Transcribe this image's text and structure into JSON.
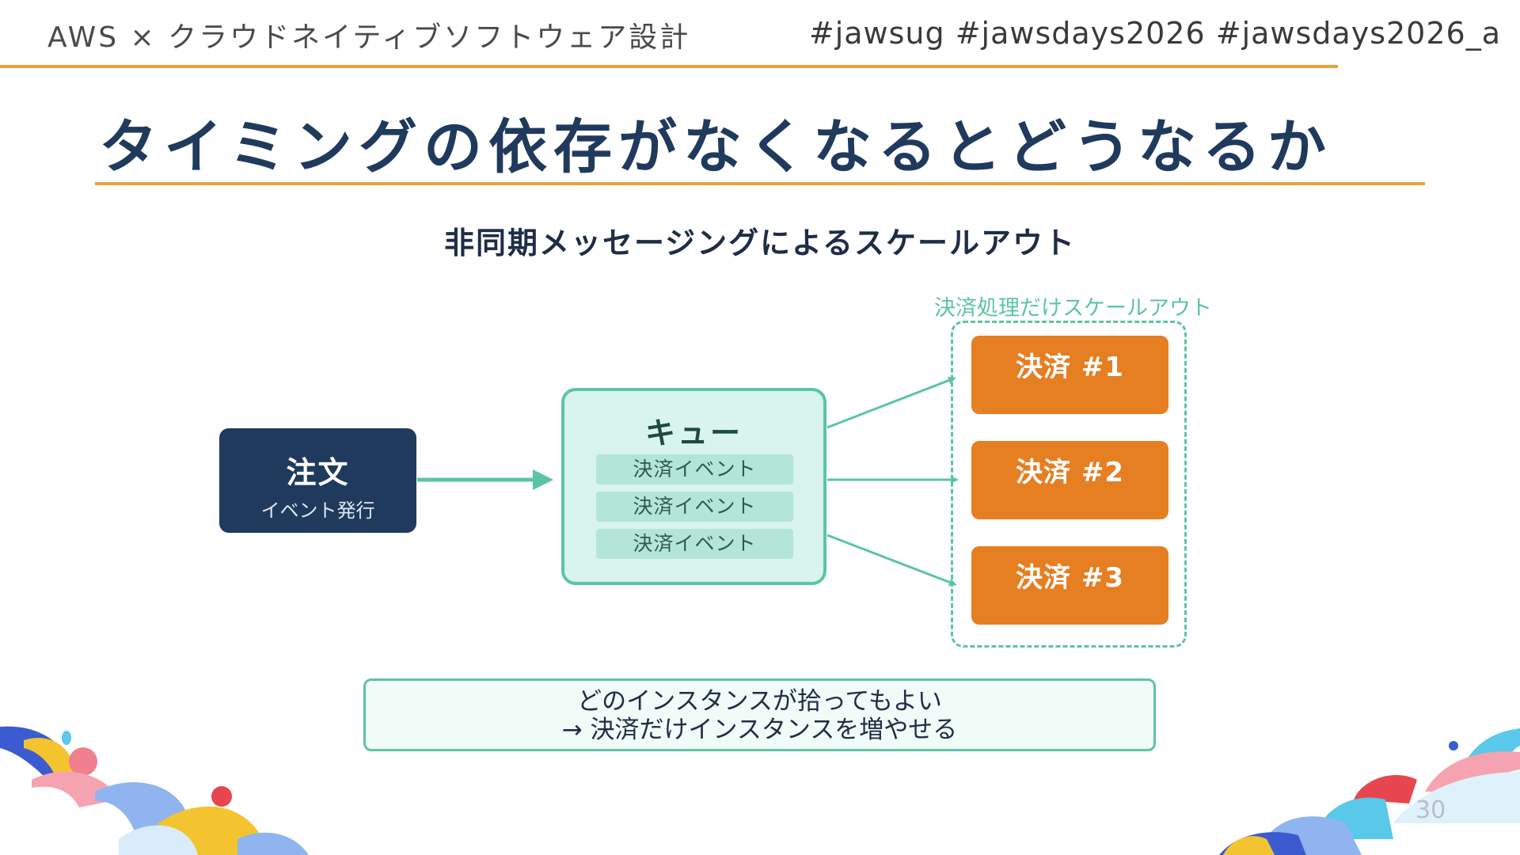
{
  "header": {
    "left_text": "AWS × クラウドネイティブソフトウェア設計",
    "right_text": "#jawsug #jawsdays2026 #jawsdays2026_a"
  },
  "title": "タイミングの依存がなくなるとどうなるか",
  "diagram": {
    "subtitle": "非同期メッセージングによるスケールアウト",
    "producer": {
      "title": "注文",
      "subtitle": "イベント発行"
    },
    "queue": {
      "title": "キュー",
      "events": [
        "決済イベント",
        "決済イベント",
        "決済イベント"
      ]
    },
    "scale_group_label": "決済処理だけスケールアウト",
    "consumers": [
      "決済 #1",
      "決済 #2",
      "決済 #3"
    ],
    "note_lines": [
      "どのインスタンスが拾ってもよい",
      "→ 決済だけインスタンスを増やせる"
    ]
  },
  "page_number": "30",
  "colors": {
    "accent_rule": "#e8a23a",
    "navy": "#1f3a5c",
    "teal": "#5cc4a6",
    "teal_fill": "#d9f4ec",
    "teal_item": "#b3e6d6",
    "orange": "#e67e22",
    "note_fill": "#f1fbf7"
  }
}
